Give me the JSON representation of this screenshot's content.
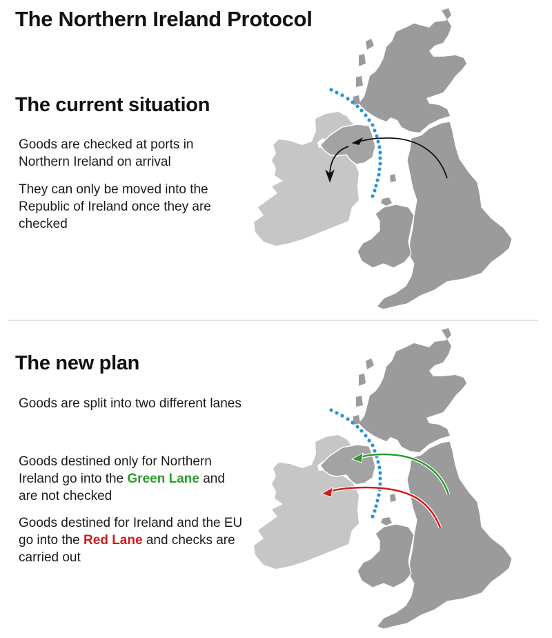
{
  "title": "The Northern Ireland Protocol",
  "colors": {
    "gb_land": "#9b9b9b",
    "ireland_land": "#c6c6c6",
    "border_line": "#ffffff",
    "sea_border_dots": "#2b94d6",
    "arrow_black": "#111111",
    "green_lane": "#2e9a2e",
    "red_lane": "#d01c1c",
    "divider": "#e2e2e2"
  },
  "current": {
    "heading": "The current situation",
    "para1": "Goods are checked at ports in Northern Ireland on arrival",
    "para2": "They can only be moved into the Republic of Ireland once they are checked",
    "map": {
      "legend_icons": [
        "gb-map",
        "ireland-map",
        "irish-sea-border-dots",
        "black-arrow-gb-to-ni",
        "black-arrow-ni-to-roi"
      ]
    }
  },
  "new_plan": {
    "heading": "The new plan",
    "para1": "Goods are split into two different lanes",
    "para2_pre": "Goods destined only for Northern Ireland go into the ",
    "para2_highlight": "Green Lane",
    "para2_post": " and are not checked",
    "para3_pre": "Goods destined for Ireland and the EU go into the ",
    "para3_highlight": "Red Lane",
    "para3_post": " and checks are carried out",
    "map": {
      "legend_icons": [
        "gb-map",
        "ireland-map",
        "irish-sea-border-dots",
        "green-lane-arrow",
        "red-lane-arrow"
      ]
    }
  }
}
